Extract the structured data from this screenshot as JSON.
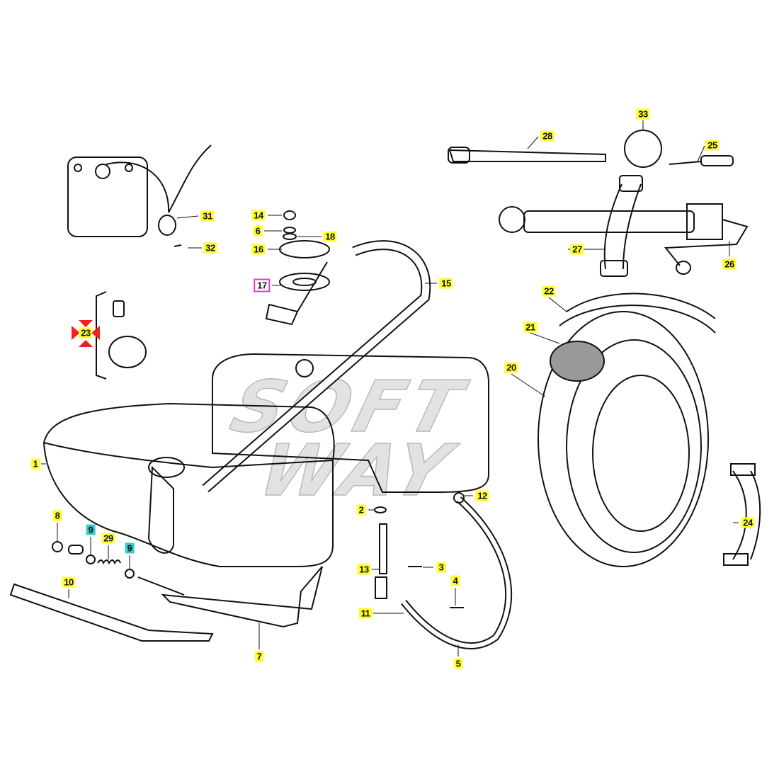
{
  "watermark": {
    "line1": "SOFT",
    "line2": "WAY"
  },
  "callouts": [
    {
      "number": "33",
      "highlight": "yellow"
    },
    {
      "number": "28",
      "highlight": "yellow"
    },
    {
      "number": "25",
      "highlight": "yellow"
    },
    {
      "number": "31",
      "highlight": "yellow"
    },
    {
      "number": "32",
      "highlight": "yellow"
    },
    {
      "number": "14",
      "highlight": "yellow"
    },
    {
      "number": "6",
      "highlight": "yellow"
    },
    {
      "number": "18",
      "highlight": "yellow"
    },
    {
      "number": "16",
      "highlight": "yellow"
    },
    {
      "number": "17",
      "highlight": "pink-box"
    },
    {
      "number": "15",
      "highlight": "yellow"
    },
    {
      "number": "27",
      "highlight": "yellow"
    },
    {
      "number": "26",
      "highlight": "yellow"
    },
    {
      "number": "22",
      "highlight": "yellow"
    },
    {
      "number": "21",
      "highlight": "yellow"
    },
    {
      "number": "20",
      "highlight": "yellow"
    },
    {
      "number": "23",
      "highlight": "red-arrows"
    },
    {
      "number": "1",
      "highlight": "yellow"
    },
    {
      "number": "2",
      "highlight": "yellow"
    },
    {
      "number": "12",
      "highlight": "yellow"
    },
    {
      "number": "8",
      "highlight": "yellow"
    },
    {
      "number": "9",
      "highlight": "cyan"
    },
    {
      "number": "29",
      "highlight": "yellow"
    },
    {
      "number": "9",
      "highlight": "cyan"
    },
    {
      "number": "10",
      "highlight": "yellow"
    },
    {
      "number": "13",
      "highlight": "yellow"
    },
    {
      "number": "3",
      "highlight": "yellow"
    },
    {
      "number": "4",
      "highlight": "yellow"
    },
    {
      "number": "11",
      "highlight": "yellow"
    },
    {
      "number": "5",
      "highlight": "yellow"
    },
    {
      "number": "7",
      "highlight": "yellow"
    },
    {
      "number": "24",
      "highlight": "yellow"
    }
  ],
  "colors": {
    "yellow": "#ffff33",
    "cyan": "#33cccc",
    "pink": "#e040c0",
    "red": "#ee2222"
  }
}
